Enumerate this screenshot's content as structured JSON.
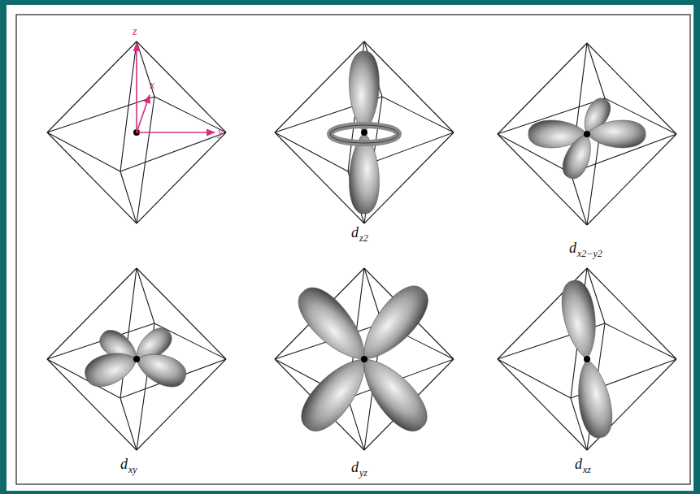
{
  "diagram": {
    "labels": [
      "z",
      "x",
      "y",
      "d",
      "z2",
      "d",
      "x2−y2",
      "d",
      "xy",
      "d",
      "yz",
      "d",
      "xz"
    ]
  }
}
